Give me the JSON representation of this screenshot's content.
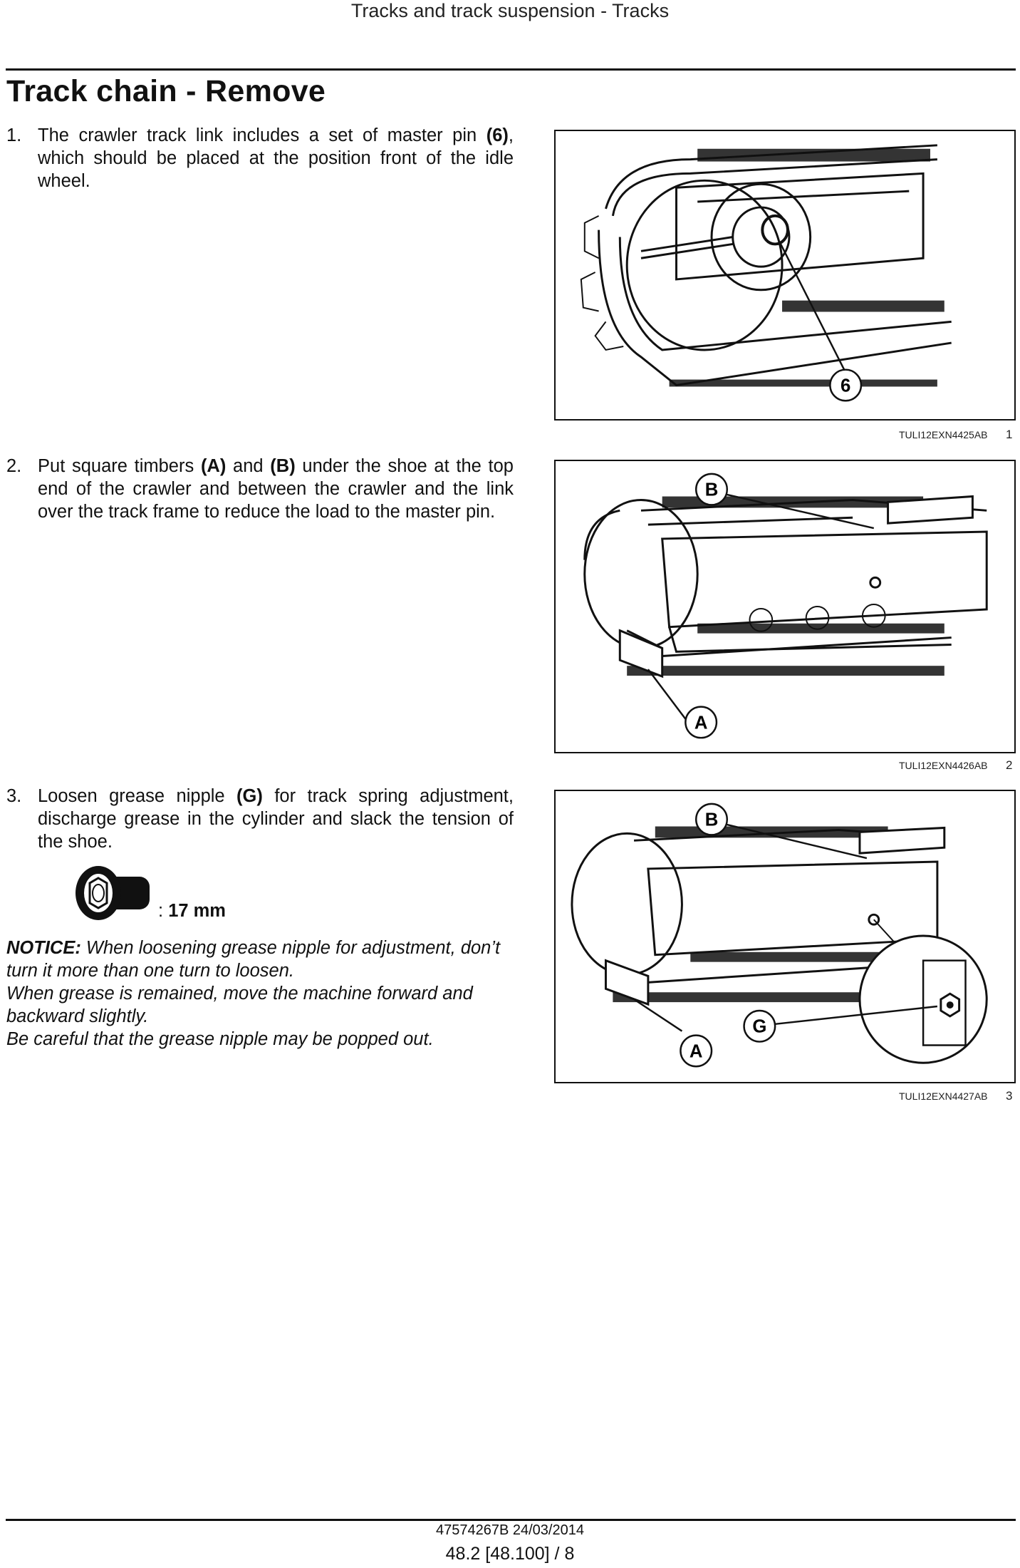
{
  "header": {
    "title": "Tracks and track suspension - Tracks"
  },
  "page_title": "Track chain - Remove",
  "steps": [
    {
      "num": "1.",
      "parts": [
        "The crawler track link includes a set of master pin ",
        "(6)",
        ", which should be placed at the position front of the idle wheel."
      ]
    },
    {
      "num": "2.",
      "parts": [
        "Put square timbers ",
        "(A)",
        " and ",
        "(B)",
        " under the shoe at the top end of the crawler and between the crawler and the link over the track frame to reduce the load to the master pin."
      ]
    },
    {
      "num": "3.",
      "parts": [
        "Loosen grease nipple ",
        "(G)",
        " for track spring adjustment, discharge grease in the cylinder and slack the tension of the shoe."
      ]
    }
  ],
  "torque": {
    "sep": ":",
    "value": "17 mm"
  },
  "notice": {
    "label": "NOTICE:",
    "line1": " When loosening grease nipple for adjustment, don’t turn it more than one turn to loosen.",
    "line2": "When grease is remained, move the machine forward and backward slightly.",
    "line3": "Be careful that the grease nipple may be popped out."
  },
  "figures": [
    {
      "ref": "TULI12EXN4425AB",
      "num": "1",
      "callouts": [
        "6"
      ]
    },
    {
      "ref": "TULI12EXN4426AB",
      "num": "2",
      "callouts": [
        "B",
        "A"
      ]
    },
    {
      "ref": "TULI12EXN4427AB",
      "num": "3",
      "callouts": [
        "B",
        "A",
        "G"
      ]
    }
  ],
  "footer": {
    "doc": "47574267B 24/03/2014",
    "page": "48.2 [48.100] / 8"
  }
}
